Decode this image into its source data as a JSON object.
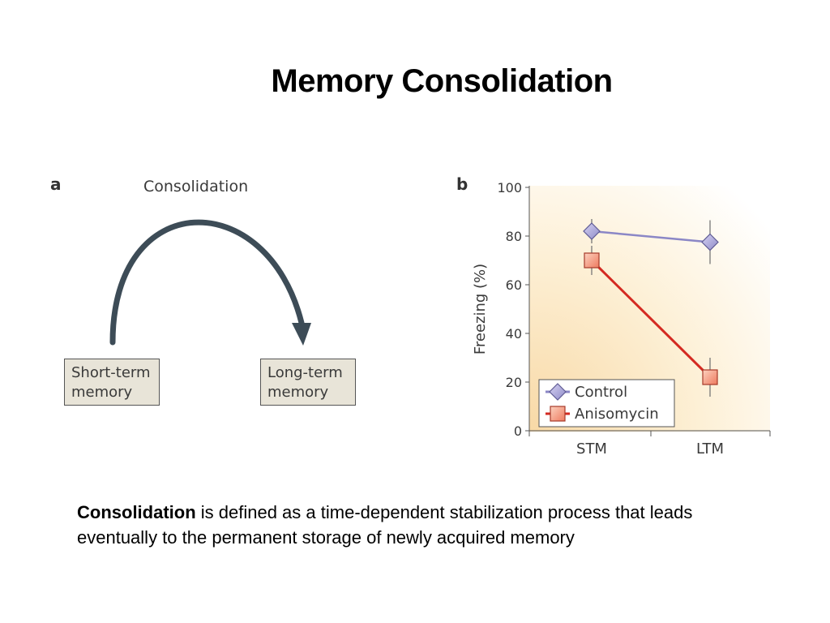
{
  "slide": {
    "title": "Memory Consolidation",
    "caption_bold": "Consolidation",
    "caption_rest": " is defined as a time-dependent stabilization process that leads eventually to the permanent storage of newly acquired memory"
  },
  "panel_a": {
    "letter": "a",
    "arrow_label": "Consolidation",
    "source_box": [
      "Short-term",
      "memory"
    ],
    "target_box": [
      "Long-term",
      "memory"
    ],
    "arrow_color": "#3d4c57",
    "box_color": "#e8e4d8"
  },
  "panel_b": {
    "letter": "b"
  },
  "chart_data": {
    "type": "line",
    "categories": [
      "STM",
      "LTM"
    ],
    "ylabel": "Freezing (%)",
    "xlabel": "",
    "ylim": [
      0,
      100
    ],
    "yticks": [
      0,
      20,
      40,
      60,
      80,
      100
    ],
    "grid": false,
    "legend": "bottom-left",
    "series": [
      {
        "name": "Control",
        "values": [
          82,
          77.5
        ],
        "errors": [
          5,
          9
        ],
        "color": "#8b87c6",
        "marker": "diamond"
      },
      {
        "name": "Anisomycin",
        "values": [
          70,
          22
        ],
        "errors": [
          6,
          8
        ],
        "color": "#d42a22",
        "marker": "square"
      }
    ]
  }
}
